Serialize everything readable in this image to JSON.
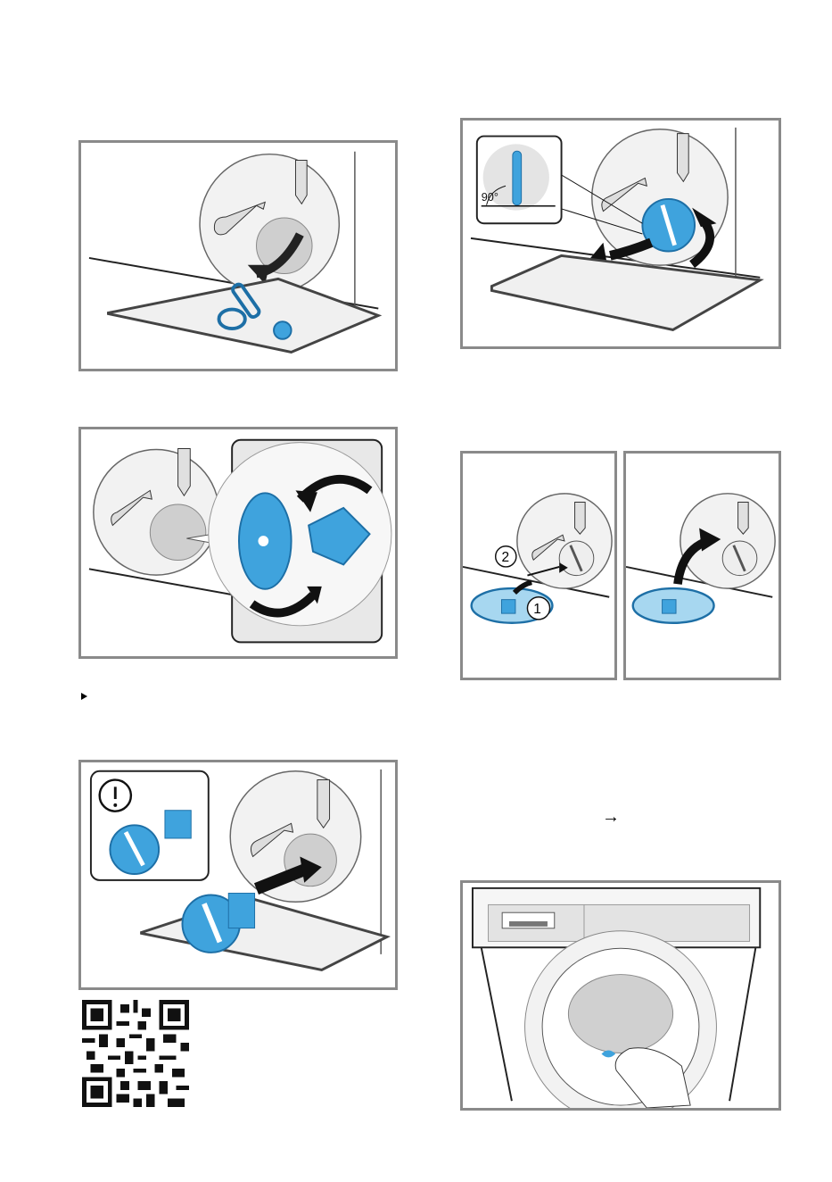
{
  "figures": {
    "fig1": {
      "name": "remove-foreign-objects"
    },
    "fig2": {
      "name": "turn-pump-impeller"
    },
    "fig3": {
      "name": "insert-filter-cap"
    },
    "fig4": {
      "name": "close-filter-cap",
      "angle_label": "90°"
    },
    "fig5": {
      "name": "attach-service-flap",
      "step_labels": [
        "2",
        "1"
      ]
    },
    "fig6": {
      "name": "open-door-handle"
    }
  },
  "arrow_glyph": "→",
  "colors": {
    "accent": "#3fa3dd",
    "accent_dark": "#1d6fa6",
    "border": "#8a8a8a",
    "line": "#333333",
    "panel_bg": "#f3f3f3"
  },
  "icons": [
    "bullet-icon",
    "qr-code-icon",
    "warning-icon"
  ]
}
